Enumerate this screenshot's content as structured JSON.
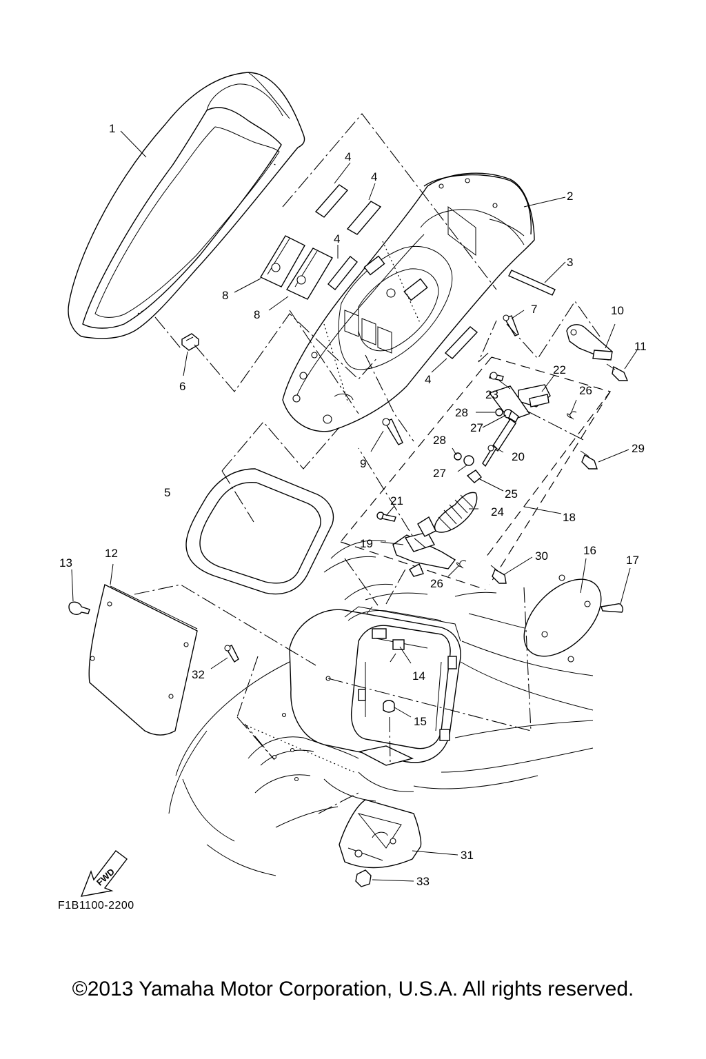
{
  "diagram": {
    "code": "F1B1100-2200",
    "fwd_label": "FWD",
    "copyright": "©2013 Yamaha Motor Corporation, U.S.A. All rights reserved."
  },
  "callouts": [
    {
      "id": "c1",
      "text": "1"
    },
    {
      "id": "c2",
      "text": "2"
    },
    {
      "id": "c3",
      "text": "3"
    },
    {
      "id": "c4a",
      "text": "4"
    },
    {
      "id": "c4b",
      "text": "4"
    },
    {
      "id": "c4c",
      "text": "4"
    },
    {
      "id": "c4d",
      "text": "4"
    },
    {
      "id": "c5",
      "text": "5"
    },
    {
      "id": "c6",
      "text": "6"
    },
    {
      "id": "c7",
      "text": "7"
    },
    {
      "id": "c8a",
      "text": "8"
    },
    {
      "id": "c8b",
      "text": "8"
    },
    {
      "id": "c9",
      "text": "9"
    },
    {
      "id": "c10",
      "text": "10"
    },
    {
      "id": "c11",
      "text": "11"
    },
    {
      "id": "c12",
      "text": "12"
    },
    {
      "id": "c13",
      "text": "13"
    },
    {
      "id": "c14",
      "text": "14"
    },
    {
      "id": "c15",
      "text": "15"
    },
    {
      "id": "c16",
      "text": "16"
    },
    {
      "id": "c17",
      "text": "17"
    },
    {
      "id": "c18",
      "text": "18"
    },
    {
      "id": "c19",
      "text": "19"
    },
    {
      "id": "c20",
      "text": "20"
    },
    {
      "id": "c21",
      "text": "21"
    },
    {
      "id": "c22",
      "text": "22"
    },
    {
      "id": "c23",
      "text": "23"
    },
    {
      "id": "c24",
      "text": "24"
    },
    {
      "id": "c25",
      "text": "25"
    },
    {
      "id": "c26a",
      "text": "26"
    },
    {
      "id": "c26b",
      "text": "26"
    },
    {
      "id": "c27a",
      "text": "27"
    },
    {
      "id": "c27b",
      "text": "27"
    },
    {
      "id": "c28a",
      "text": "28"
    },
    {
      "id": "c28b",
      "text": "28"
    },
    {
      "id": "c29",
      "text": "29"
    },
    {
      "id": "c30",
      "text": "30"
    },
    {
      "id": "c31",
      "text": "31"
    },
    {
      "id": "c32",
      "text": "32"
    },
    {
      "id": "c33",
      "text": "33"
    }
  ]
}
